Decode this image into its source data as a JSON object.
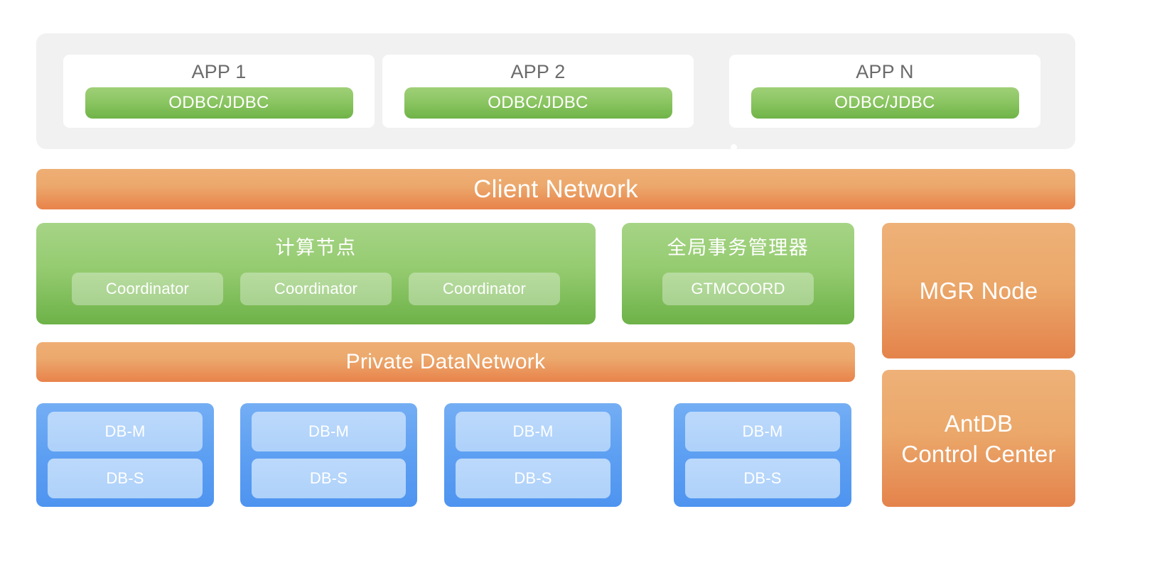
{
  "app_band": {
    "cards": [
      {
        "title": "APP 1",
        "driver": "ODBC/JDBC"
      },
      {
        "title": "APP 2",
        "driver": "ODBC/JDBC"
      },
      {
        "title": "APP N",
        "driver": "ODBC/JDBC"
      }
    ],
    "ellipsis": "•• •"
  },
  "networks": {
    "client": "Client Network",
    "private": "Private DataNetwork"
  },
  "compute": {
    "title": "计算节点",
    "nodes": [
      "Coordinator",
      "Coordinator",
      "Coordinator"
    ]
  },
  "gtm": {
    "title": "全局事务管理器",
    "nodes": [
      "GTMCOORD"
    ]
  },
  "right_panels": {
    "mgr": "MGR Node",
    "control_center_line1": "AntDB",
    "control_center_line2": "Control Center"
  },
  "db_groups": [
    {
      "master": "DB-M",
      "slave": "DB-S"
    },
    {
      "master": "DB-M",
      "slave": "DB-S"
    },
    {
      "master": "DB-M",
      "slave": "DB-S"
    },
    {
      "master": "DB-M",
      "slave": "DB-S"
    }
  ],
  "colors": {
    "band_background": "#f1f1f1",
    "green_accent": "#8cc663",
    "orange_accent": "#eca96d",
    "orange_deep": "#e8834b",
    "blue_accent": "#5d9ff2",
    "blue_light": "#b5d5fb",
    "card_white": "#ffffff",
    "title_grey": "#6b6b6b"
  }
}
